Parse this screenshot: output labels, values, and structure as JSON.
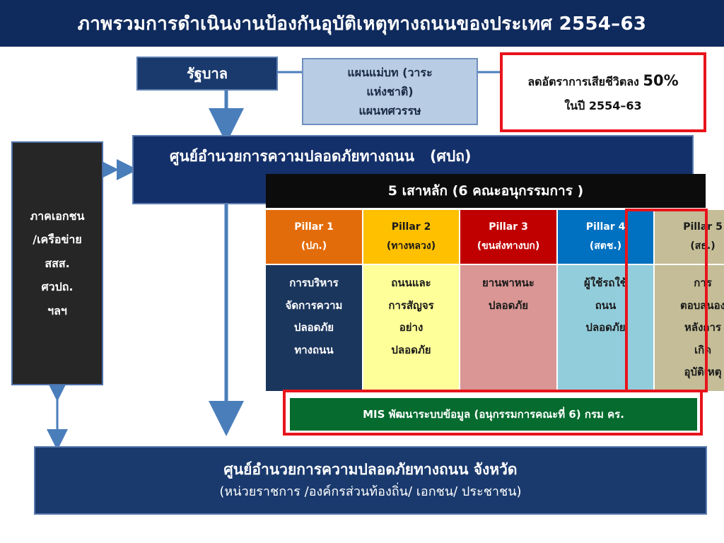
{
  "title": "ภาพรวมการดำเนินงานป้องกันอุบัติเหตุทางถนนของประเทศ 2554–63",
  "government": "รัฐบาล",
  "master_plan": {
    "line1": "แผนแม่บท (วาระ",
    "line2": "แห่งชาติ)",
    "line3": "แผนทศวรรษ"
  },
  "goal": {
    "line1_prefix": "ลดอัตราการเสียชีวิตลง",
    "line1_value": "50%",
    "line2": "ในปี 2554–63"
  },
  "center": {
    "title": "ศูนย์อำนวยการความปลอดภัยทางถนน   (ศปถ)"
  },
  "private_sector": {
    "line1": "ภาคเอกชน",
    "line2": "/เครือข่าย",
    "line3": "สสส.",
    "line4": "ศวปถ.",
    "line5": "ฯลฯ"
  },
  "pillars_header": "5 เสาหลัก (6 คณะอนุกรรมการ )",
  "pillars": [
    {
      "name": "Pillar 1",
      "agency": "(ปภ.)",
      "lines": [
        "การบริหาร",
        "จัดการความ",
        "ปลอดภัย",
        "ทางถนน"
      ],
      "head_bg": "#e36c0a",
      "head_fg": "#ffffff",
      "body_bg": "#1b365d",
      "body_fg": "#ffffff"
    },
    {
      "name": "Pillar 2",
      "agency": "(ทางหลวง)",
      "lines": [
        "ถนนและ",
        "การสัญจร",
        "อย่าง",
        "ปลอดภัย"
      ],
      "head_bg": "#ffc000",
      "head_fg": "#1a1a1a",
      "body_bg": "#ffff99",
      "body_fg": "#1a1a1a"
    },
    {
      "name": "Pillar 3",
      "agency": "(ขนส่งทางบก)",
      "lines": [
        "ยานพาหนะ",
        "ปลอดภัย"
      ],
      "head_bg": "#c00000",
      "head_fg": "#ffffff",
      "body_bg": "#d99694",
      "body_fg": "#1a1a1a"
    },
    {
      "name": "Pillar 4",
      "agency": "(สตช.)",
      "lines": [
        "ผู้ใช้รถใช้",
        "ถนน",
        "ปลอดภัย"
      ],
      "head_bg": "#0070c0",
      "head_fg": "#ffffff",
      "body_bg": "#92cddc",
      "body_fg": "#1a1a1a"
    },
    {
      "name": "Pillar 5",
      "agency": "(สธ.)",
      "lines": [
        "การ",
        "ตอบสนอง",
        "หลังการ",
        "เกิด",
        "อุบัติเหตุ"
      ],
      "head_bg": "#c4bd97",
      "head_fg": "#1a1a1a",
      "body_bg": "#c4bd97",
      "body_fg": "#1a1a1a"
    }
  ],
  "mis": "MIS  พัฒนาระบบข้อมูล  (อนุกรรมการคณะที่ 6) กรม คร.",
  "province": {
    "title": "ศูนย์อำนวยการความปลอดภัยทางถนน จังหวัด",
    "subtitle": "(หน่วยราชการ /องค์กรส่วนท้องถิ่น/ เอกชน/ ประชาชน)"
  },
  "colors": {
    "title_bg": "#0f2a5c",
    "highlight_red": "#e8141b",
    "connector": "#4a7ebb",
    "mis_green": "#056b2e"
  }
}
